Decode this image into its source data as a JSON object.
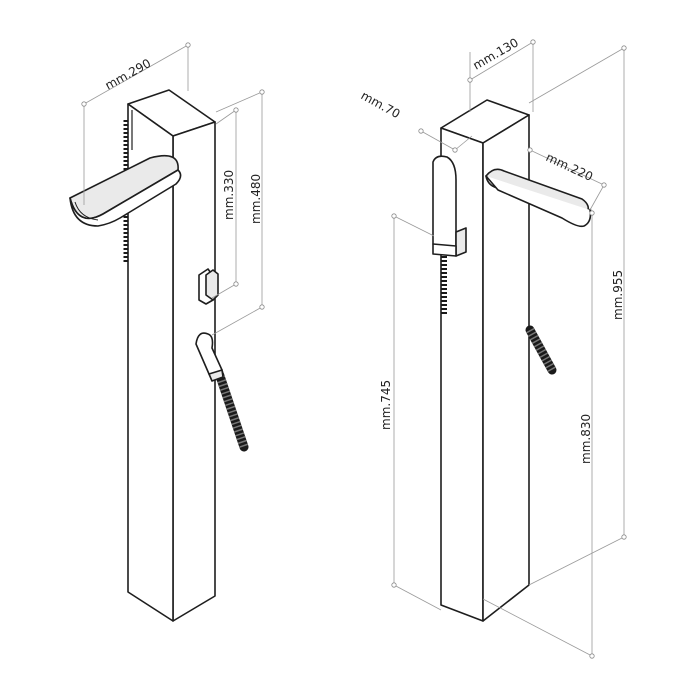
{
  "dimensions": {
    "left_width": "mm.290",
    "left_hook_height": "mm.330",
    "left_hose_height": "mm.480",
    "right_depth": "mm.130",
    "right_handle_width": "mm.70",
    "right_tray_width": "mm.220",
    "right_total_height": "mm.955",
    "right_handle_height": "mm.745",
    "right_tray_height": "mm.830"
  }
}
